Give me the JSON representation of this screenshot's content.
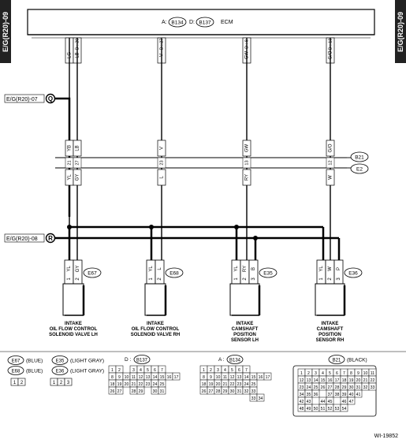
{
  "side_tab": "E/G(R20)-09",
  "ecm": {
    "connector_a": "B134",
    "connector_d": "B137",
    "title": "ECM",
    "pins": [
      "D : 20",
      "D : 27",
      "D : 8",
      "D : 13"
    ],
    "wire_colors_top": [
      "LG",
      "LB",
      "V",
      "GW",
      "G/O"
    ]
  },
  "refs": {
    "ref_q": "E/G(R20)-07",
    "ref_q_mark": "Q",
    "ref_r": "E/G(R20)-08",
    "ref_r_mark": "R"
  },
  "harness": {
    "b21": "B21",
    "e2": "E2",
    "upper_colors": [
      "YB",
      "LB",
      "V",
      "GW",
      "G/O"
    ],
    "pin_numbers": [
      "21",
      "27",
      "23",
      "13",
      "12"
    ],
    "lower_colors": [
      "YL",
      "GY",
      "L",
      "RY",
      "W"
    ]
  },
  "components": [
    {
      "conn": "E67",
      "pins": [
        "YL",
        "GY"
      ],
      "nums": [
        "1",
        "2"
      ],
      "name": [
        "INTAKE",
        "OIL FLOW CONTROL",
        "SOLENOID VALVE LH"
      ]
    },
    {
      "conn": "E68",
      "pins": [
        "YL",
        "L"
      ],
      "nums": [
        "1",
        "2"
      ],
      "name": [
        "INTAKE",
        "OIL FLOW CONTROL",
        "SOLENOID VALVE RH"
      ]
    },
    {
      "conn": "E35",
      "pins": [
        "YL",
        "RY",
        "B"
      ],
      "nums": [
        "1",
        "2",
        "3"
      ],
      "name": [
        "INTAKE",
        "CAMSHAFT",
        "POSITION",
        "SENSOR LH"
      ]
    },
    {
      "conn": "E36",
      "pins": [
        "YL",
        "W",
        "P"
      ],
      "nums": [
        "1",
        "2",
        "3"
      ],
      "name": [
        "INTAKE",
        "CAMSHAFT",
        "POSITION",
        "SENSOR RH"
      ]
    }
  ],
  "legend": {
    "e67": "E67",
    "e67_color": "(BLUE)",
    "e68": "E68",
    "e68_color": "(BLUE)",
    "e35": "E35",
    "e35_color": "(LIGHT GRAY)",
    "e36": "E36",
    "e36_color": "(LIGHT GRAY)",
    "two_pin": [
      "1",
      "2"
    ],
    "three_pin": [
      "1",
      "2",
      "3"
    ],
    "d_label": "D :",
    "d_conn": "B137",
    "d_rows": [
      [
        "1",
        "2",
        "",
        "3",
        "4",
        "5",
        "6",
        "7"
      ],
      [
        "8",
        "9",
        "10",
        "11",
        "12",
        "13",
        "14",
        "15",
        "16",
        "17"
      ],
      [
        "18",
        "19",
        "20",
        "21",
        "22",
        "23",
        "24",
        "25"
      ],
      [
        "26",
        "27",
        "",
        "28",
        "29",
        "",
        "30",
        "31"
      ]
    ],
    "a_label": "A :",
    "a_conn": "B134",
    "a_rows": [
      [
        "1",
        "2",
        "3",
        "4",
        "5",
        "6",
        "7"
      ],
      [
        "8",
        "9",
        "10",
        "11",
        "12",
        "13",
        "14",
        "15",
        "16",
        "17"
      ],
      [
        "18",
        "19",
        "20",
        "21",
        "22",
        "23",
        "24",
        "25"
      ],
      [
        "26",
        "27",
        "28",
        "29",
        "30",
        "31",
        "32",
        "33"
      ],
      [
        "",
        "",
        "",
        "",
        "",
        "",
        "",
        "33",
        "34"
      ]
    ],
    "b21_conn": "B21",
    "b21_color": "(BLACK)",
    "b21_rows": [
      [
        "1",
        "2",
        "3",
        "4",
        "5",
        "6",
        "7",
        "8",
        "9",
        "10",
        "11"
      ],
      [
        "12",
        "13",
        "14",
        "15",
        "16",
        "17",
        "18",
        "19",
        "20",
        "21",
        "22"
      ],
      [
        "23",
        "24",
        "25",
        "26",
        "27",
        "28",
        "29",
        "30",
        "31",
        "32",
        "33"
      ],
      [
        "34",
        "35",
        "36",
        "",
        "37",
        "38",
        "39",
        "40",
        "41"
      ],
      [
        "42",
        "43",
        "",
        "44",
        "45",
        "",
        "46",
        "47"
      ],
      [
        "48",
        "49",
        "50",
        "51",
        "52",
        "53",
        "54"
      ]
    ]
  },
  "doc_id": "WI-19852"
}
